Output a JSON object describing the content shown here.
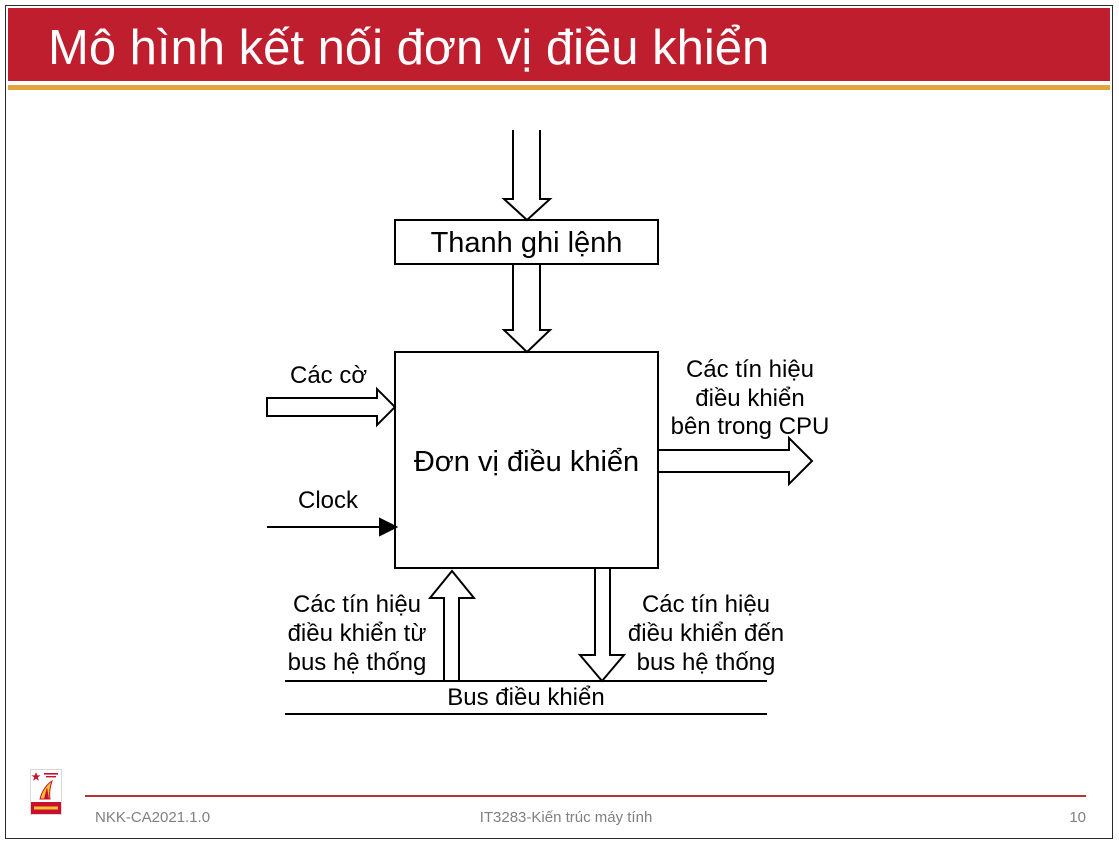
{
  "theme": {
    "title_bar": "#BF1E2E",
    "accent_line": "#E2A43C",
    "footer_line": "#B5342F",
    "footer_text": "#808080"
  },
  "slide": {
    "title": "Mô hình kết nối đơn vị điều khiển"
  },
  "diagram": {
    "instruction_register": "Thanh ghi lệnh",
    "control_unit": "Đơn vị điều khiển",
    "flags_label": "Các cờ",
    "clock_label": "Clock",
    "internal_signals_label": [
      "Các tín hiệu",
      "điều khiển",
      "bên trong CPU"
    ],
    "signals_from_bus_label": [
      "Các tín hiệu",
      "điều khiển từ",
      "bus hệ thống"
    ],
    "signals_to_bus_label": [
      "Các tín hiệu",
      "điều khiển đến",
      "bus hệ thống"
    ],
    "control_bus_label": "Bus điều khiển"
  },
  "footer": {
    "logo_icon": "university-logo-icon",
    "left": "NKK-CA2021.1.0",
    "center": "IT3283-Kiến trúc máy tính",
    "page_number": "10"
  }
}
